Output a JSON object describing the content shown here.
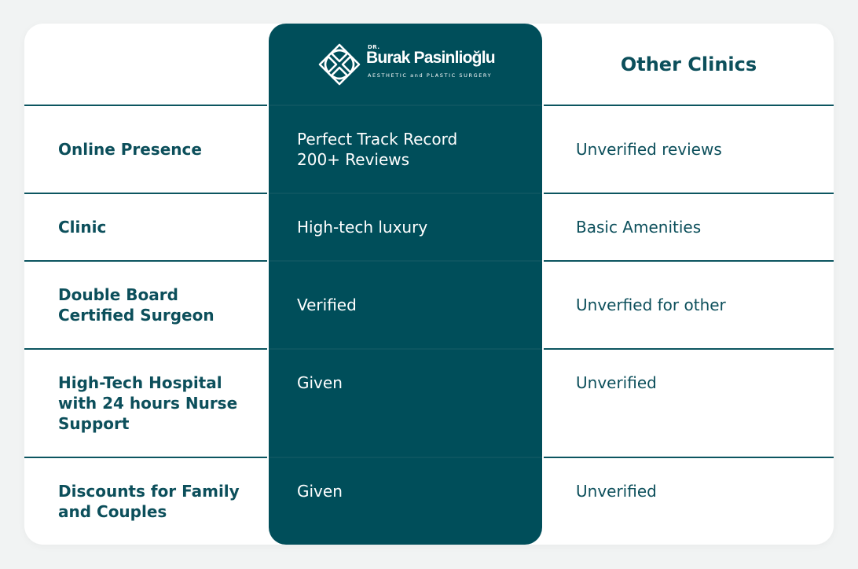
{
  "brand": {
    "prefix": "DR.",
    "name": "Burak Pasinlioğlu",
    "tagline": "AESTHETIC and PLASTIC SURGERY",
    "logo_icon": "interlaced-diamond-logo-icon"
  },
  "header": {
    "other_label": "Other Clinics"
  },
  "rows": [
    {
      "label": "Online Presence",
      "ours": "Perfect Track Record\n200+ Reviews",
      "others": "Unverified reviews"
    },
    {
      "label": "Clinic",
      "ours": "High-tech luxury",
      "others": "Basic Amenities"
    },
    {
      "label": "Double Board\nCertified Surgeon",
      "ours": "Verified",
      "others": "Unverfied for other"
    },
    {
      "label": "High-Tech Hospital\nwith 24 hours Nurse\nSupport",
      "ours": "Given",
      "others": "Unverified"
    },
    {
      "label": "Discounts for Family\nand Couples",
      "ours": "Given",
      "others": "Unverified"
    }
  ],
  "colors": {
    "accent": "#004e5a",
    "text": "#0c4f5b",
    "background": "#f1f3f3",
    "card": "#ffffff"
  }
}
